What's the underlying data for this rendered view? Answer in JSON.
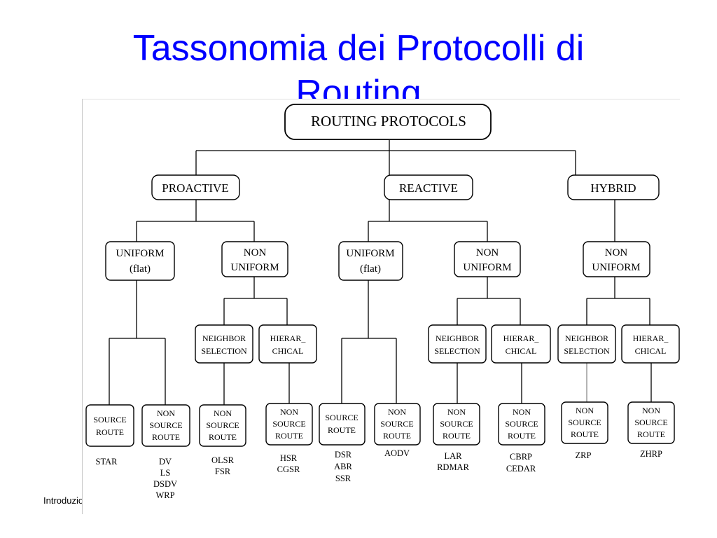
{
  "slide": {
    "title_line1": "Tassonomia dei Protocolli di",
    "title_line2": "Routing",
    "footer_text": "Introduzione"
  },
  "diagram": {
    "root": "ROUTING PROTOCOLS",
    "proactive": {
      "label": "PROACTIVE",
      "uniform": {
        "line1": "UNIFORM",
        "line2": "(flat)"
      },
      "nonuniform": {
        "line1": "NON",
        "line2": "UNIFORM"
      },
      "neighbor": {
        "line1": "NEIGHBOR",
        "line2": "SELECTION"
      },
      "hierar": {
        "line1": "HIERAR_",
        "line2": "CHICAL"
      },
      "source_route": {
        "line1": "SOURCE",
        "line2": "ROUTE"
      },
      "nsr_a": {
        "line1": "NON",
        "line2": "SOURCE",
        "line3": "ROUTE"
      },
      "nsr_b": {
        "line1": "NON",
        "line2": "SOURCE",
        "line3": "ROUTE"
      },
      "nsr_c": {
        "line1": "NON",
        "line2": "SOURCE",
        "line3": "ROUTE"
      },
      "protocols_source": [
        "STAR"
      ],
      "protocols_nsr_a": [
        "DV",
        "LS",
        "DSDV",
        "WRP"
      ],
      "protocols_nsr_b": [
        "OLSR",
        "FSR"
      ],
      "protocols_nsr_c": [
        "HSR",
        "CGSR"
      ]
    },
    "reactive": {
      "label": "REACTIVE",
      "uniform": {
        "line1": "UNIFORM",
        "line2": "(flat)"
      },
      "nonuniform": {
        "line1": "NON",
        "line2": "UNIFORM"
      },
      "neighbor": {
        "line1": "NEIGHBOR",
        "line2": "SELECTION"
      },
      "hierar": {
        "line1": "HIERAR_",
        "line2": "CHICAL"
      },
      "source_route": {
        "line1": "SOURCE",
        "line2": "ROUTE"
      },
      "nsr_a": {
        "line1": "NON",
        "line2": "SOURCE",
        "line3": "ROUTE"
      },
      "nsr_b": {
        "line1": "NON",
        "line2": "SOURCE",
        "line3": "ROUTE"
      },
      "nsr_c": {
        "line1": "NON",
        "line2": "SOURCE",
        "line3": "ROUTE"
      },
      "protocols_source": [
        "DSR",
        "ABR",
        "SSR"
      ],
      "protocols_nsr_a": [
        "AODV"
      ],
      "protocols_nsr_b": [
        "LAR",
        "RDMAR"
      ],
      "protocols_nsr_c": [
        "CBRP",
        "CEDAR"
      ]
    },
    "hybrid": {
      "label": "HYBRID",
      "nonuniform": {
        "line1": "NON",
        "line2": "UNIFORM"
      },
      "neighbor": {
        "line1": "NEIGHBOR",
        "line2": "SELECTION"
      },
      "hierar": {
        "line1": "HIERAR_",
        "line2": "CHICAL"
      },
      "nsr_a": {
        "line1": "NON",
        "line2": "SOURCE",
        "line3": "ROUTE"
      },
      "nsr_b": {
        "line1": "NON",
        "line2": "SOURCE",
        "line3": "ROUTE"
      },
      "protocols_nsr_a": [
        "ZRP"
      ],
      "protocols_nsr_b": [
        "ZHRP"
      ]
    }
  }
}
